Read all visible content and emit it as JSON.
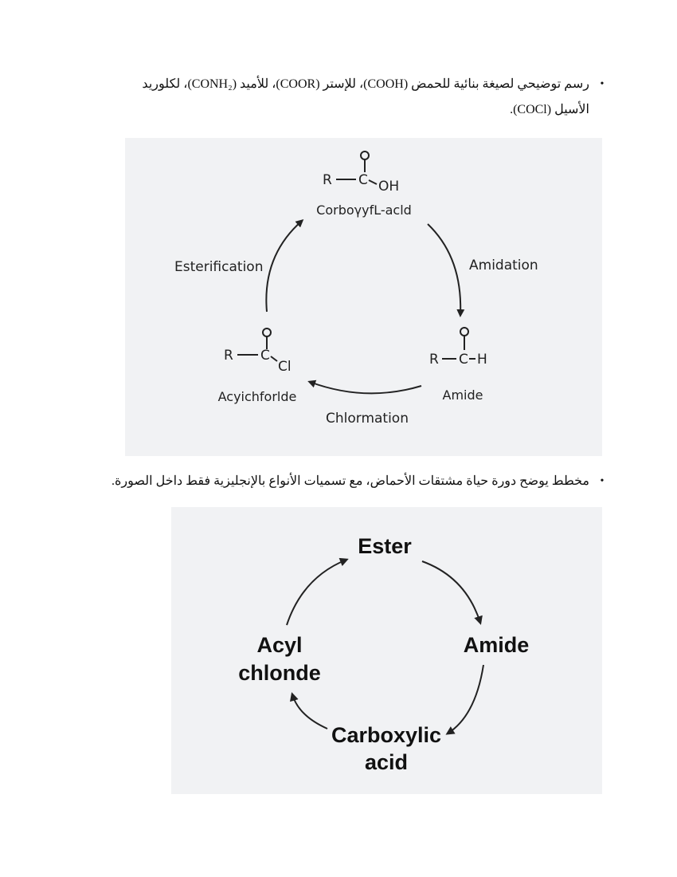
{
  "bullets": [
    {
      "symbol": "•",
      "line1": "رسم توضيحي لصيغة بنائية للحمض (COOH)، للإستر (COOR)، للأميد (CONH₂)، لكلوريد",
      "line2": "الأسيل (COCl)."
    },
    {
      "symbol": "•",
      "text": "مخطط يوضح دورة حياة مشتقات الأحماض، مع تسميات الأنواع بالإنجليزية فقط داخل الصورة."
    }
  ],
  "figure1": {
    "carboxylic": {
      "o": "O",
      "r": "R",
      "c": "C",
      "oh": "OH",
      "name": "CorboγyfL-acld"
    },
    "amide": {
      "o": "O",
      "r": "R",
      "c": "C",
      "h": "H",
      "name": "Amide"
    },
    "acyl": {
      "o": "O",
      "r": "R",
      "c": "C",
      "cl": "Cl",
      "name": "Acyichforlde"
    },
    "arrows": {
      "esterification": "Esterification",
      "amidation": "Amidation",
      "chlormation": "Chlormation"
    }
  },
  "figure2": {
    "ester": "Ester",
    "amide": "Amide",
    "carboxylic_line1": "Carboxylic",
    "carboxylic_line2": "acid",
    "acyl_line1": "Acyl",
    "acyl_line2": "chlonde"
  }
}
